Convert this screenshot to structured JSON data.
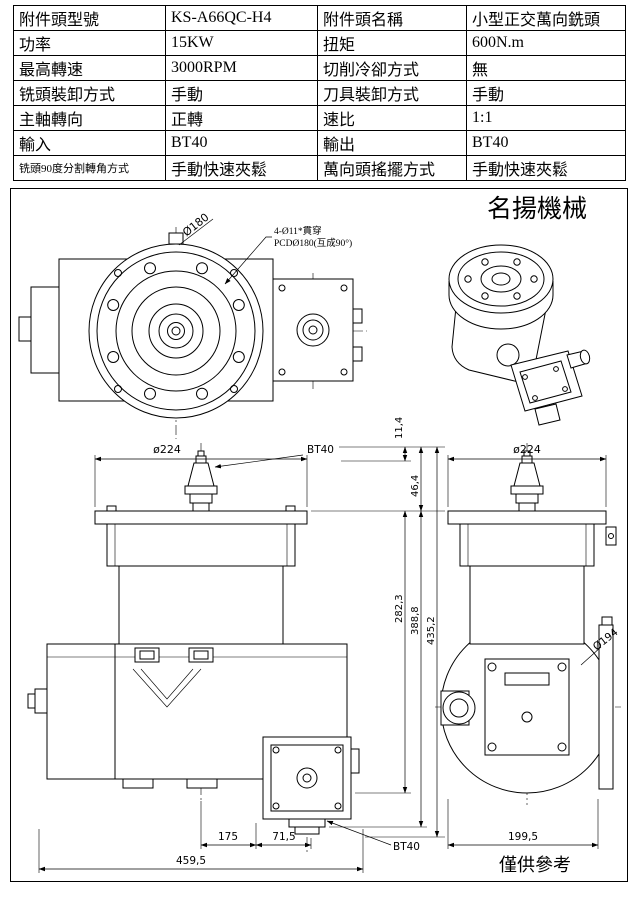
{
  "spec_table": {
    "rows": [
      {
        "label1": "附件頭型號",
        "value1": "KS-A66QC-H4",
        "label2": "附件頭名稱",
        "value2": "小型正交萬向銑頭"
      },
      {
        "label1": "功率",
        "value1": "15KW",
        "label2": "扭矩",
        "value2": "600N.m"
      },
      {
        "label1": "最高轉速",
        "value1": "3000RPM",
        "label2": "切削冷卻方式",
        "value2": "無"
      },
      {
        "label1": "铣頭裝卸方式",
        "value1": "手動",
        "label2": "刀具裝卸方式",
        "value2": "手動"
      },
      {
        "label1": "主軸轉向",
        "value1": "正轉",
        "label2": "速比",
        "value2": "1:1"
      },
      {
        "label1": "輸入",
        "value1": "BT40",
        "label2": "輸出",
        "value2": "BT40"
      },
      {
        "label1": "铣頭90度分割轉角方式",
        "value1": "手動快速夾鬆",
        "label2": "萬向頭搖擺方式",
        "value2": "手動快速夾鬆"
      }
    ]
  },
  "drawing": {
    "company_name": "名揚機械",
    "reference_note": "僅供參考",
    "front_view": {
      "flange_dia": "Ø180",
      "bolt_note_line1": "4-Ø11*貫穿",
      "bolt_note_line2": "PCDØ180(互成90°)"
    },
    "dims": {
      "flange_dia_left": "ø224",
      "flange_dia_right": "ø224",
      "input_taper": "BT40",
      "output_taper": "BT40",
      "height_stud": "11,4",
      "height_spindle": "46,4",
      "height_body": "282,3",
      "height_flange_to_bottom": "388,8",
      "height_total": "435,2",
      "body_dia": "Ø194",
      "width_axis": "175",
      "width_offset": "71,5",
      "width_total": "459,5",
      "depth_total": "199,5"
    }
  }
}
